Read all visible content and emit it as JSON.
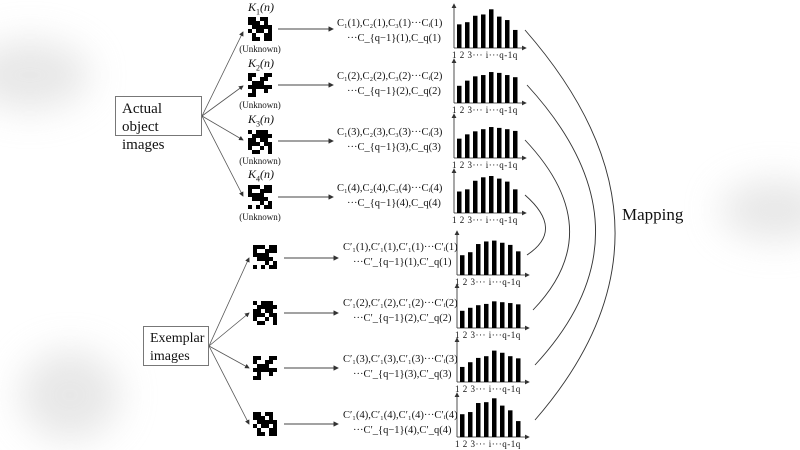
{
  "diagram": {
    "title": "",
    "groups": {
      "actual": {
        "label_line1": "Actual object",
        "label_line2": "images"
      },
      "exemplar": {
        "label_line1": "Exemplar",
        "label_line2": "images"
      }
    },
    "mapping_label": "Mapping",
    "unknown_label": "(Unknown)",
    "tick_label": "1 2 3··· i···q-1q",
    "actual_rows": [
      {
        "key_label": "K",
        "key_sub": "1",
        "key_arg": "(n)",
        "formula_l1": "C₁(1),C₂(1),C₃(1)···Cᵢ(1)",
        "formula_l2": "···C_{q−1}(1),C_q(1)"
      },
      {
        "key_label": "K",
        "key_sub": "2",
        "key_arg": "(n)",
        "formula_l1": "C₁(2),C₂(2),C₃(2)···Cᵢ(2)",
        "formula_l2": "···C_{q−1}(2),C_q(2)"
      },
      {
        "key_label": "K",
        "key_sub": "3",
        "key_arg": "(n)",
        "formula_l1": "C₁(3),C₂(3),C₃(3)···Cᵢ(3)",
        "formula_l2": "···C_{q−1}(3),C_q(3)"
      },
      {
        "key_label": "K",
        "key_sub": "4",
        "key_arg": "(n)",
        "formula_l1": "C₁(4),C₂(4),C₃(4)···Cᵢ(4)",
        "formula_l2": "···C_{q−1}(4),C_q(4)"
      }
    ],
    "exemplar_rows": [
      {
        "formula_l1": "C′₁(1),C′₁(1),C′₁(1)···C′ᵢ(1)",
        "formula_l2": "···C′_{q−1}(1),C′_q(1)"
      },
      {
        "formula_l1": "C′₁(2),C′₁(2),C′₁(2)···C′ᵢ(2)",
        "formula_l2": "···C′_{q−1}(2),C′_q(2)"
      },
      {
        "formula_l1": "C′₁(3),C′₁(3),C′₁(3)···C′ᵢ(3)",
        "formula_l2": "···C′_{q−1}(3),C′_q(3)"
      },
      {
        "formula_l1": "C′₁(4),C′₁(4),C′₁(4)···C′ᵢ(4)",
        "formula_l2": "···C′_{q−1}(4),C′_q(4)"
      }
    ],
    "mappings": [
      {
        "from": "actual 1",
        "to": "exemplar 4"
      },
      {
        "from": "actual 2",
        "to": "exemplar 3"
      },
      {
        "from": "actual 3",
        "to": "exemplar 2"
      },
      {
        "from": "actual 4",
        "to": "exemplar 1"
      }
    ],
    "colors": {
      "line": "#444444",
      "bar": "#000000",
      "box_border": "#777777",
      "background": "#ffffff"
    }
  },
  "chart_data": [
    {
      "type": "bar",
      "title": "Actual image 1 histogram",
      "categories": [
        "1",
        "2",
        "3",
        "···",
        "i",
        "···",
        "q-1",
        "q"
      ],
      "values": [
        5.5,
        6,
        7.5,
        7.8,
        9,
        7.3,
        6.5,
        4.2
      ]
    },
    {
      "type": "bar",
      "title": "Actual image 2 histogram",
      "categories": [
        "1",
        "2",
        "3",
        "···",
        "i",
        "···",
        "q-1",
        "q"
      ],
      "values": [
        4,
        5.2,
        6.2,
        6.5,
        7.2,
        7,
        6.5,
        6
      ]
    },
    {
      "type": "bar",
      "title": "Actual image 3 histogram",
      "categories": [
        "1",
        "2",
        "3",
        "···",
        "i",
        "···",
        "q-1",
        "q"
      ],
      "values": [
        4.5,
        5.5,
        6.2,
        6.7,
        7.2,
        7,
        6.7,
        6.3
      ]
    },
    {
      "type": "bar",
      "title": "Actual image 4 histogram",
      "categories": [
        "1",
        "2",
        "3",
        "···",
        "i",
        "···",
        "q-1",
        "q"
      ],
      "values": [
        5,
        5.5,
        7.5,
        8.3,
        8.6,
        8,
        7.3,
        5.5
      ]
    },
    {
      "type": "bar",
      "title": "Exemplar image 1 histogram",
      "categories": [
        "1",
        "2",
        "3",
        "···",
        "i",
        "···",
        "q-1",
        "q"
      ],
      "values": [
        4.6,
        5.3,
        7.2,
        7.8,
        8,
        7.5,
        7,
        5.5
      ]
    },
    {
      "type": "bar",
      "title": "Exemplar image 2 histogram",
      "categories": [
        "1",
        "2",
        "3",
        "···",
        "i",
        "···",
        "q-1",
        "q"
      ],
      "values": [
        4,
        4.7,
        5.3,
        5.6,
        6.2,
        6,
        5.8,
        5.5
      ]
    },
    {
      "type": "bar",
      "title": "Exemplar image 3 histogram",
      "categories": [
        "1",
        "2",
        "3",
        "···",
        "i",
        "···",
        "q-1",
        "q"
      ],
      "values": [
        3.5,
        4.6,
        5.6,
        6,
        7.3,
        6.8,
        6,
        5.5
      ]
    },
    {
      "type": "bar",
      "title": "Exemplar image 4 histogram",
      "categories": [
        "1",
        "2",
        "3",
        "···",
        "i",
        "···",
        "q-1",
        "q"
      ],
      "values": [
        5.3,
        5.8,
        7.9,
        8.1,
        9,
        7.3,
        6.2,
        3.7
      ]
    }
  ]
}
